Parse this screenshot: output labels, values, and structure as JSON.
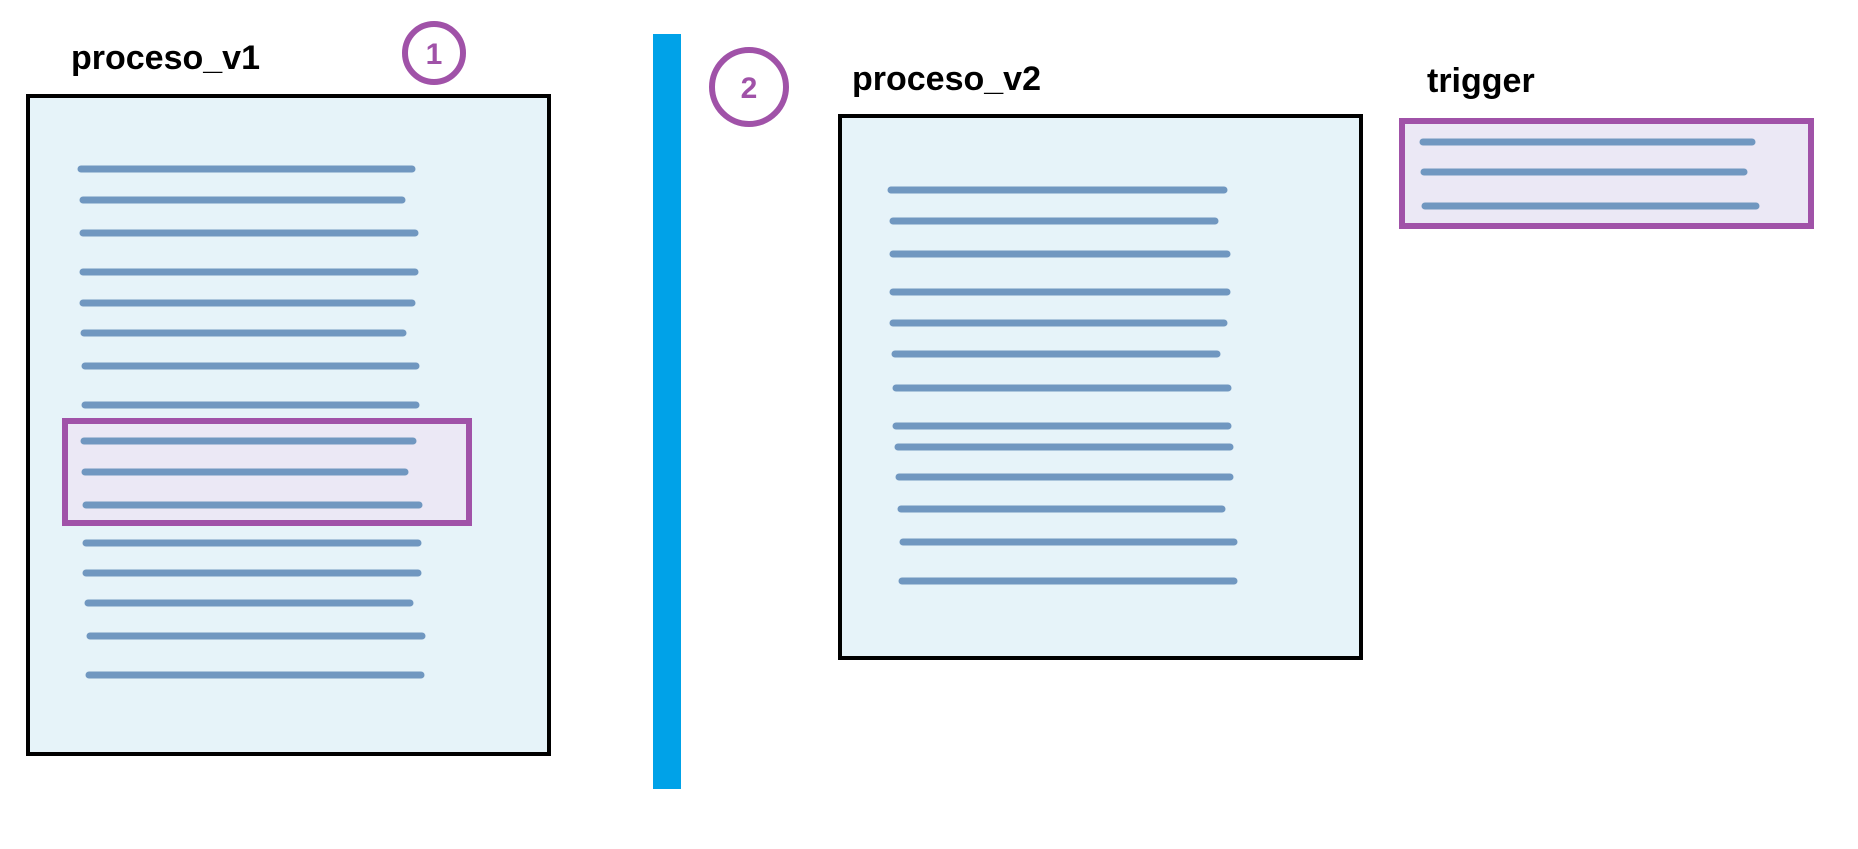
{
  "colors": {
    "doc_fill": "#e6f3f9",
    "doc_border": "#000000",
    "line": "#7097c0",
    "highlight_fill": "#ebe8f5",
    "highlight_border": "#a052a8",
    "divider": "#00a2e8",
    "badge": "#a052a8"
  },
  "step1": {
    "badge": "1",
    "doc_label": "proceso_v1"
  },
  "step2": {
    "badge": "2",
    "doc_label": "proceso_v2",
    "trigger_label": "trigger"
  }
}
